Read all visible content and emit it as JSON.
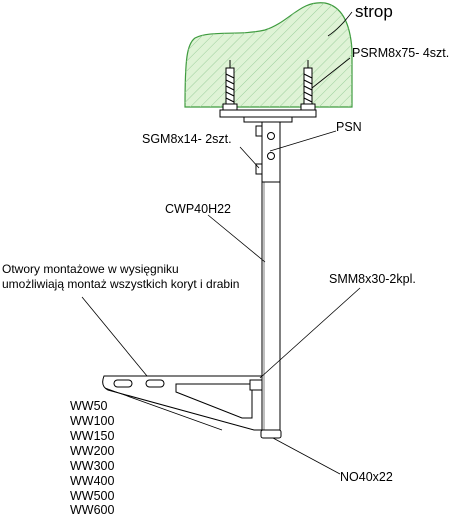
{
  "colors": {
    "ceiling_fill": "#dff3d6",
    "ceiling_stroke": "#3e9b3e",
    "line": "#000000",
    "background": "#ffffff"
  },
  "labels": {
    "strop": "strop",
    "psrm": "PSRM8x75- 4szt.",
    "psn": "PSN",
    "sgm": "SGM8x14- 2szt.",
    "cwp": "CWP40H22",
    "otwory_line1": "Otwory montażowe w wysięgniku",
    "otwory_line2": "umożliwiają montaż wszystkich koryt i drabin",
    "smm": "SMM8x30-2kpl.",
    "no40": "NO40x22"
  },
  "bracket_sizes": [
    "WW50",
    "WW100",
    "WW150",
    "WW200",
    "WW300",
    "WW400",
    "WW500",
    "WW600"
  ]
}
